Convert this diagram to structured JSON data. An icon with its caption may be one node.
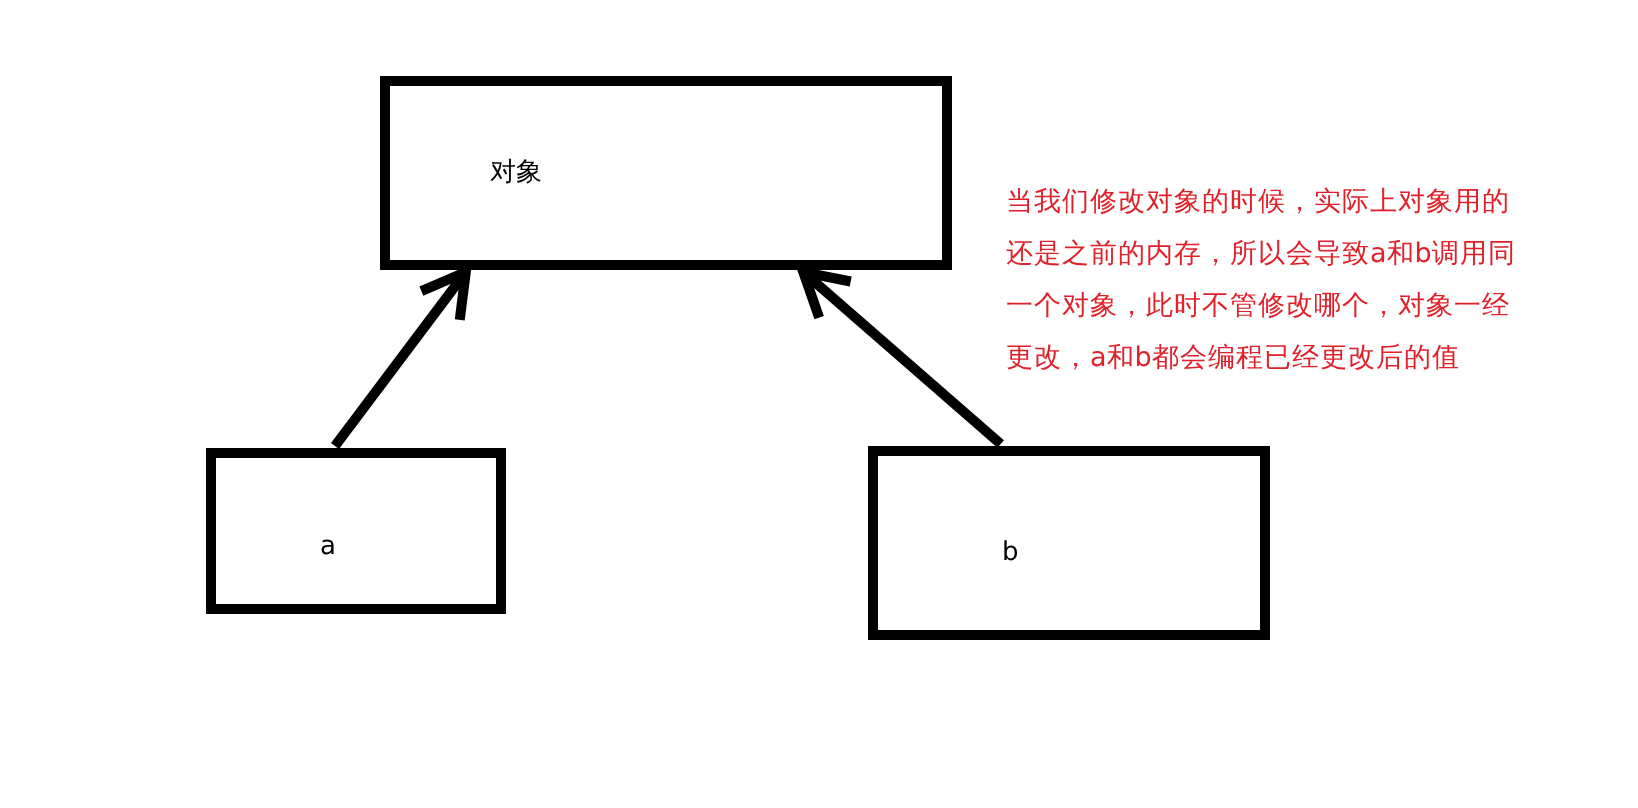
{
  "diagram": {
    "nodes": [
      {
        "text": [
          "对象"
        ]
      },
      {
        "text": [
          "a"
        ]
      },
      {
        "text": [
          "b"
        ]
      }
    ],
    "edges": [
      {
        "from": 1,
        "to": 0,
        "arrow": "to"
      },
      {
        "from": 2,
        "to": 0,
        "arrow": "to"
      }
    ],
    "labels": [
      "当我们修改对象的时候，实际上对象用的还是之前的内存，所以会导致a和b调用同一个对象，此时不管修改哪个，对象一经更改，a和b都会编程已经更改后的值"
    ]
  }
}
